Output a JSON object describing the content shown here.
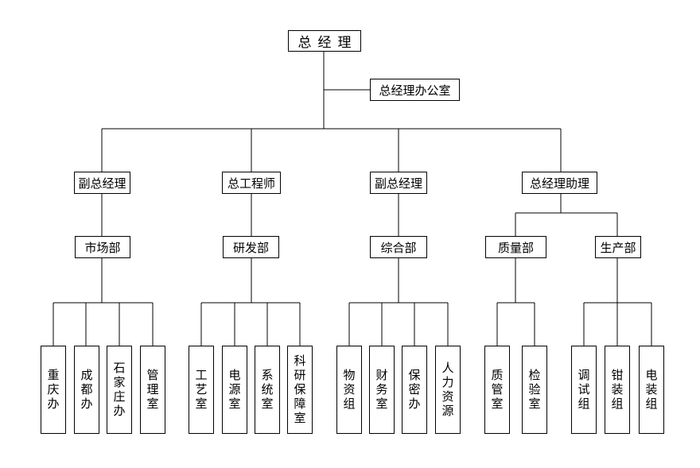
{
  "chart": {
    "ceo": "总经理",
    "ceo_office": "总经理办公室",
    "level2": {
      "vp1": "副总经理",
      "chief_engineer": "总工程师",
      "vp2": "副总经理",
      "assistant": "总经理助理"
    },
    "departments": {
      "market": "市场部",
      "rnd": "研发部",
      "general": "综合部",
      "quality": "质量部",
      "production": "生产部"
    },
    "units": {
      "chongqing": "重庆办",
      "chengdu": "成都办",
      "shijiazhuang": "石家庄办",
      "management": "管理室",
      "process": "工艺室",
      "power": "电源室",
      "system": "系统室",
      "research": "科研保障室",
      "materials": "物资组",
      "finance": "财务室",
      "security": "保密办",
      "hr": "人力资源",
      "qc": "质管室",
      "inspection": "检验室",
      "debug": "调试组",
      "fitter": "钳装组",
      "electrical": "电装组"
    }
  }
}
